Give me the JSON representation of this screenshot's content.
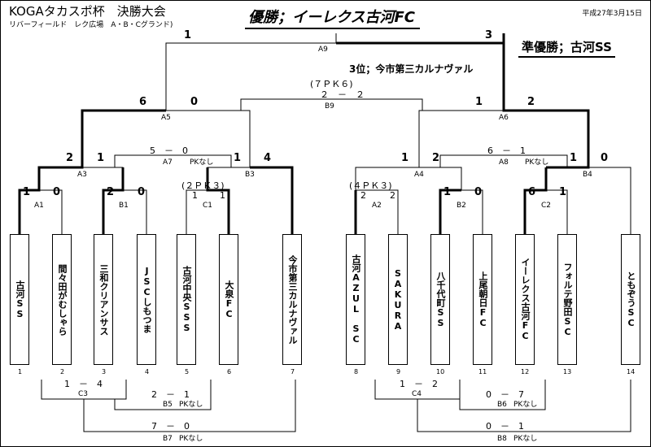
{
  "header": {
    "title": "KOGAタカスポ杯　決勝大会",
    "subtitle": "リバーフィールド　レク広場　A・B・Cグランド)",
    "date": "平成27年3月15日"
  },
  "results": {
    "champion": "優勝；イーレクス古河FC",
    "runner_up": "準優勝；古河SS",
    "third": "3位；今市第三カルナヴァル"
  },
  "teams": [
    {
      "no": "1",
      "name": "古河SS"
    },
    {
      "no": "2",
      "name": "間々田がむしゃら"
    },
    {
      "no": "3",
      "name": "三和クリアンサス"
    },
    {
      "no": "4",
      "name": "JSCしもつま"
    },
    {
      "no": "5",
      "name": "古河中央SSS"
    },
    {
      "no": "6",
      "name": "大泉FC"
    },
    {
      "no": "7",
      "name": "今市第三カルナヴァル"
    },
    {
      "no": "8",
      "name": "古河AZUL　SC"
    },
    {
      "no": "9",
      "name": "SAKURA"
    },
    {
      "no": "10",
      "name": "八千代町SS"
    },
    {
      "no": "11",
      "name": "上尾朝日FC"
    },
    {
      "no": "12",
      "name": "イーレクス古河FC"
    },
    {
      "no": "13",
      "name": "フォルテ野田SC"
    },
    {
      "no": "14",
      "name": "ともぞうSC"
    }
  ],
  "matches": {
    "A1": {
      "label": "A1",
      "left": "1",
      "right": "0"
    },
    "B1": {
      "label": "B1",
      "left": "2",
      "right": "0"
    },
    "C1": {
      "label": "C1",
      "pk": "(２ＰＫ３)",
      "left": "1",
      "right": "1"
    },
    "A2": {
      "label": "A2",
      "pk": "(４ＰＫ３)",
      "left": "2",
      "right": "2"
    },
    "B2": {
      "label": "B2",
      "left": "1",
      "right": "0"
    },
    "C2": {
      "label": "C2",
      "left": "6",
      "right": "1"
    },
    "A3": {
      "label": "A3",
      "left": "2",
      "right": "1"
    },
    "B3": {
      "label": "B3",
      "left": "1",
      "right": "4"
    },
    "A4": {
      "label": "A4",
      "left": "1",
      "right": "2"
    },
    "B4": {
      "label": "B4",
      "left": "1",
      "right": "0"
    },
    "A5": {
      "label": "A5",
      "left": "6",
      "right": "0"
    },
    "A6": {
      "label": "A6",
      "left": "1",
      "right": "2"
    },
    "A9": {
      "label": "A9",
      "left": "1",
      "right": "3"
    },
    "B9": {
      "label": "B9",
      "pk": "(７ＰＫ６)",
      "score": "２　－　２"
    },
    "A7": {
      "label": "A7",
      "score": "5　－　0",
      "pk": "PKなし"
    },
    "A8": {
      "label": "A8",
      "score": "6　－　1",
      "pk": "PKなし"
    },
    "C3": {
      "label": "C3",
      "score": "1　－　4"
    },
    "B5": {
      "label": "B5",
      "score": "2　－　1",
      "pk": "PKなし"
    },
    "B7": {
      "label": "B7",
      "score": "7　－　0",
      "pk": "PKなし"
    },
    "C4": {
      "label": "C4",
      "score": "1　－　2"
    },
    "B6": {
      "label": "B6",
      "score": "0　－　7",
      "pk": "PKなし"
    },
    "B8": {
      "label": "B8",
      "score": "0　－　1",
      "pk": "PKなし"
    }
  }
}
